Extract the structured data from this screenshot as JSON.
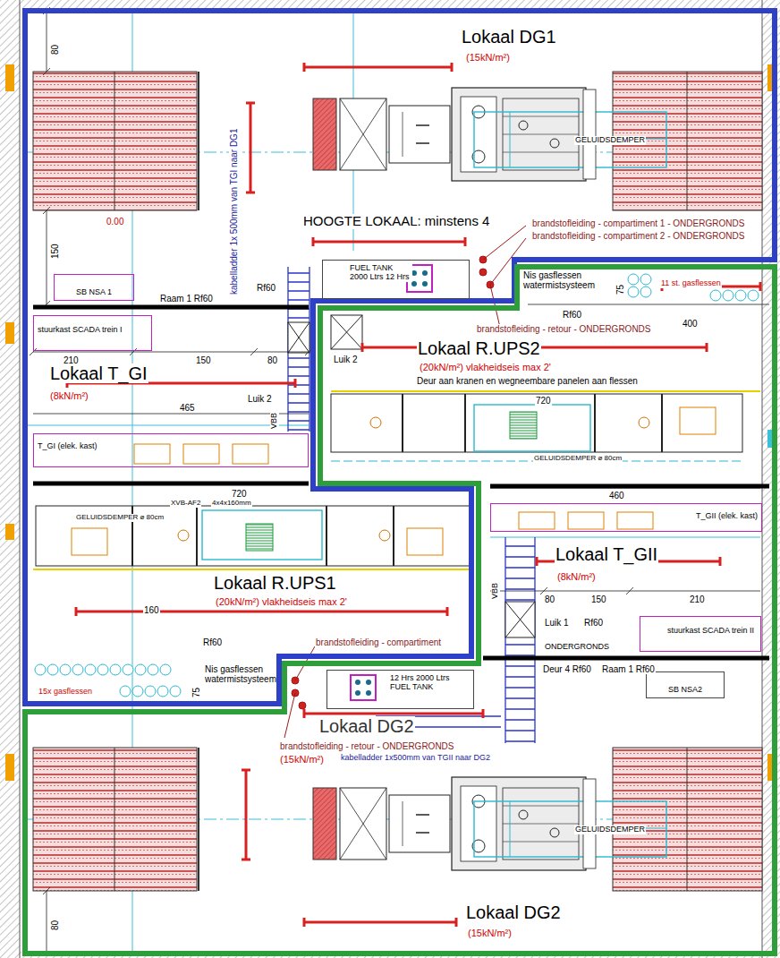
{
  "diagram": {
    "nodes": [
      {
        "text": [
          "SB NSA 1"
        ]
      },
      {
        "text": [
          "FUEL TANK 2000 Ltrs 12 Hrs"
        ]
      },
      {
        "text": [
          "stuurkast SCADA trein I"
        ]
      },
      {
        "text": [
          "T_GI (elek. kast)"
        ]
      },
      {
        "text": [
          "T_GII (elek. kast)"
        ]
      },
      {
        "text": [
          "stuurkast SCADA trein II"
        ]
      },
      {
        "text": [
          "SB NSA2"
        ]
      },
      {
        "text": [
          "12 Hrs 2000 Ltrs FUEL TANK"
        ]
      }
    ],
    "labels": [
      "Lokaal DG1",
      "(15kN/m²)",
      "80",
      "0.00",
      "HOOGTE LOKAAL: minstens 4",
      "GELUIDSDEMPER",
      "brandstofleiding - compartiment 1 - ONDERGRONDS",
      "brandstofleiding - compartiment 2 - ONDERGRONDS",
      "kabelladder 1x 500mm van TGI naar DG1",
      "150",
      "Raam 1 Rf60",
      "Rf60",
      "Nis gasflessen watermistsysteem",
      "75",
      "11 st. gasflessen",
      "brandstofleiding - retour - ONDERGRONDS",
      "Rf60",
      "400",
      "Luik 2",
      "Lokaal R.UPS2",
      "(20kN/m²) vlakheidseis max 2'",
      "Deur aan kranen en wegneembare panelen aan flessen",
      "720",
      "GELUIDSDEMPER ⌀ 80cm",
      "210",
      "150",
      "80",
      "Luik 2",
      "VBB",
      "Lokaal T_GI",
      "(8kN/m²)",
      "465",
      "XVB-AF2",
      "4x4x160mm",
      "720",
      "GELUIDSDEMPER ⌀ 80cm",
      "Lokaal R.UPS1",
      "(20kN/m²) vlakheidseis max 2'",
      "160",
      "Rf60",
      "brandstofleiding - compartiment",
      "75",
      "Nis gasflessen watermistsysteem",
      "15x gasflessen",
      "460",
      "VBB",
      "Lokaal T_GII",
      "(8kN/m²)",
      "80",
      "150",
      "210",
      "Luik 1",
      "Rf60",
      "ONDERGRONDS",
      "Deur 4 Rf60",
      "Raam 1 Rf60",
      "Lokaal DG2",
      "(15kN/m²)",
      "brandstofleiding - retour - ONDERGRONDS",
      "kabelladder 1x500mm van TGII naar DG2",
      "GELUIDSDEMPER",
      "80",
      "Lokaal DG2",
      "(15kN/m²)"
    ]
  }
}
